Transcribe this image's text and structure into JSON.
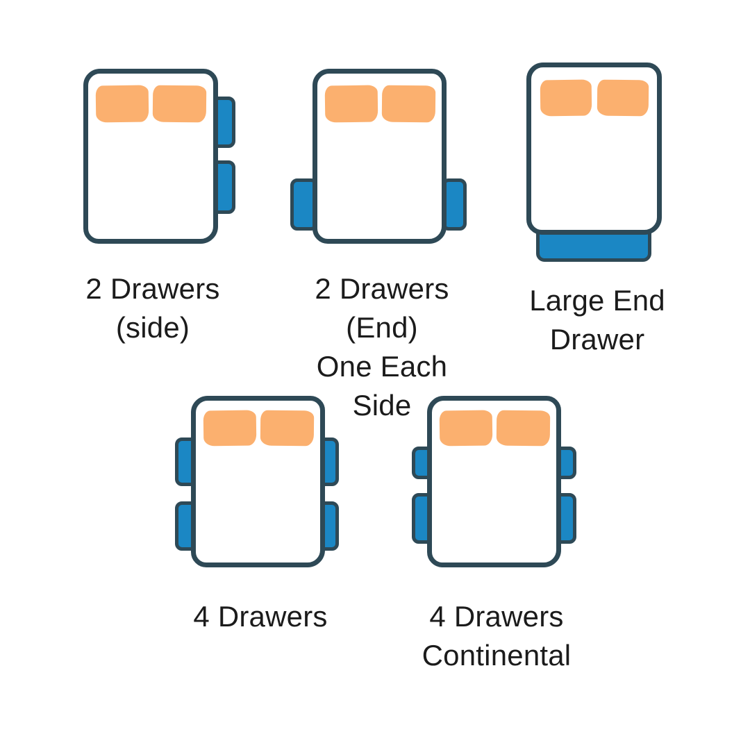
{
  "colors": {
    "background": "#ffffff",
    "outline": "#2e4956",
    "bed_fill": "#ffffff",
    "drawer_fill": "#1b87c4",
    "pillow_fill": "#fbb06f",
    "label_text": "#1b1b1b"
  },
  "beds": [
    {
      "label_line1": "2 Drawers",
      "label_line2": "(side)",
      "pillow_count": 2,
      "drawers": [
        "right-upper",
        "right-lower"
      ]
    },
    {
      "label_line1": "2 Drawers (End)",
      "label_line2": "One Each Side",
      "pillow_count": 2,
      "drawers": [
        "left-end",
        "right-end"
      ]
    },
    {
      "label_line1": "Large End",
      "label_line2": "Drawer",
      "pillow_count": 2,
      "drawers": [
        "foot-end-large"
      ]
    },
    {
      "label_line1": "4 Drawers",
      "pillow_count": 2,
      "drawers": [
        "left-upper",
        "left-lower",
        "right-upper",
        "right-lower"
      ]
    },
    {
      "label_line1": "4 Drawers",
      "label_line2": "Continental",
      "pillow_count": 2,
      "drawers": [
        "left-upper",
        "left-lower",
        "right-upper",
        "right-lower"
      ]
    }
  ]
}
